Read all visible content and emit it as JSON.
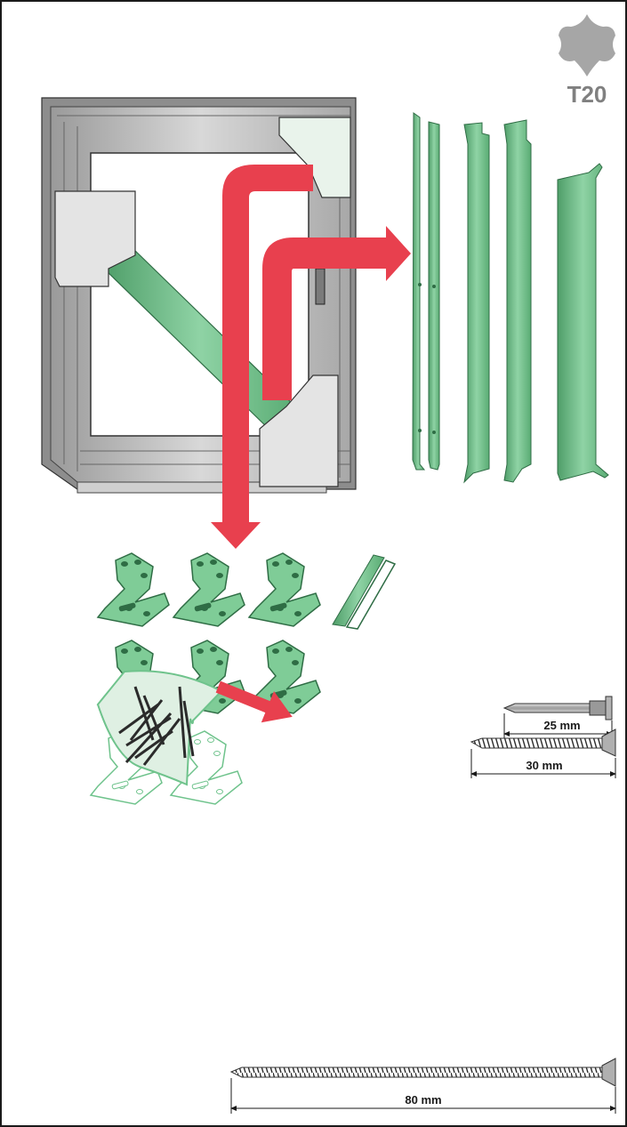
{
  "tool_badge": {
    "label": "T20",
    "icon": "torx-bit-icon",
    "color": "#a6a6a6"
  },
  "colors": {
    "arrow": "#e8404e",
    "part_green": "#6fc38c",
    "part_green_dark": "#3f8c5a",
    "protector_grey": "#e6e6e6",
    "frame_grey": "#bdbdbd"
  },
  "parts": {
    "frame": "window-frame",
    "profiles": [
      "side-profile-pair",
      "side-profile",
      "side-profile",
      "flashing-profile"
    ],
    "brackets_dark": 6,
    "brackets_light": 2,
    "clip": "clip-pair",
    "screw_bag": "screw-bag"
  },
  "fasteners": [
    {
      "type": "nail",
      "length": "25 mm"
    },
    {
      "type": "screw",
      "length": "30 mm"
    },
    {
      "type": "screw",
      "length": "80 mm"
    }
  ]
}
